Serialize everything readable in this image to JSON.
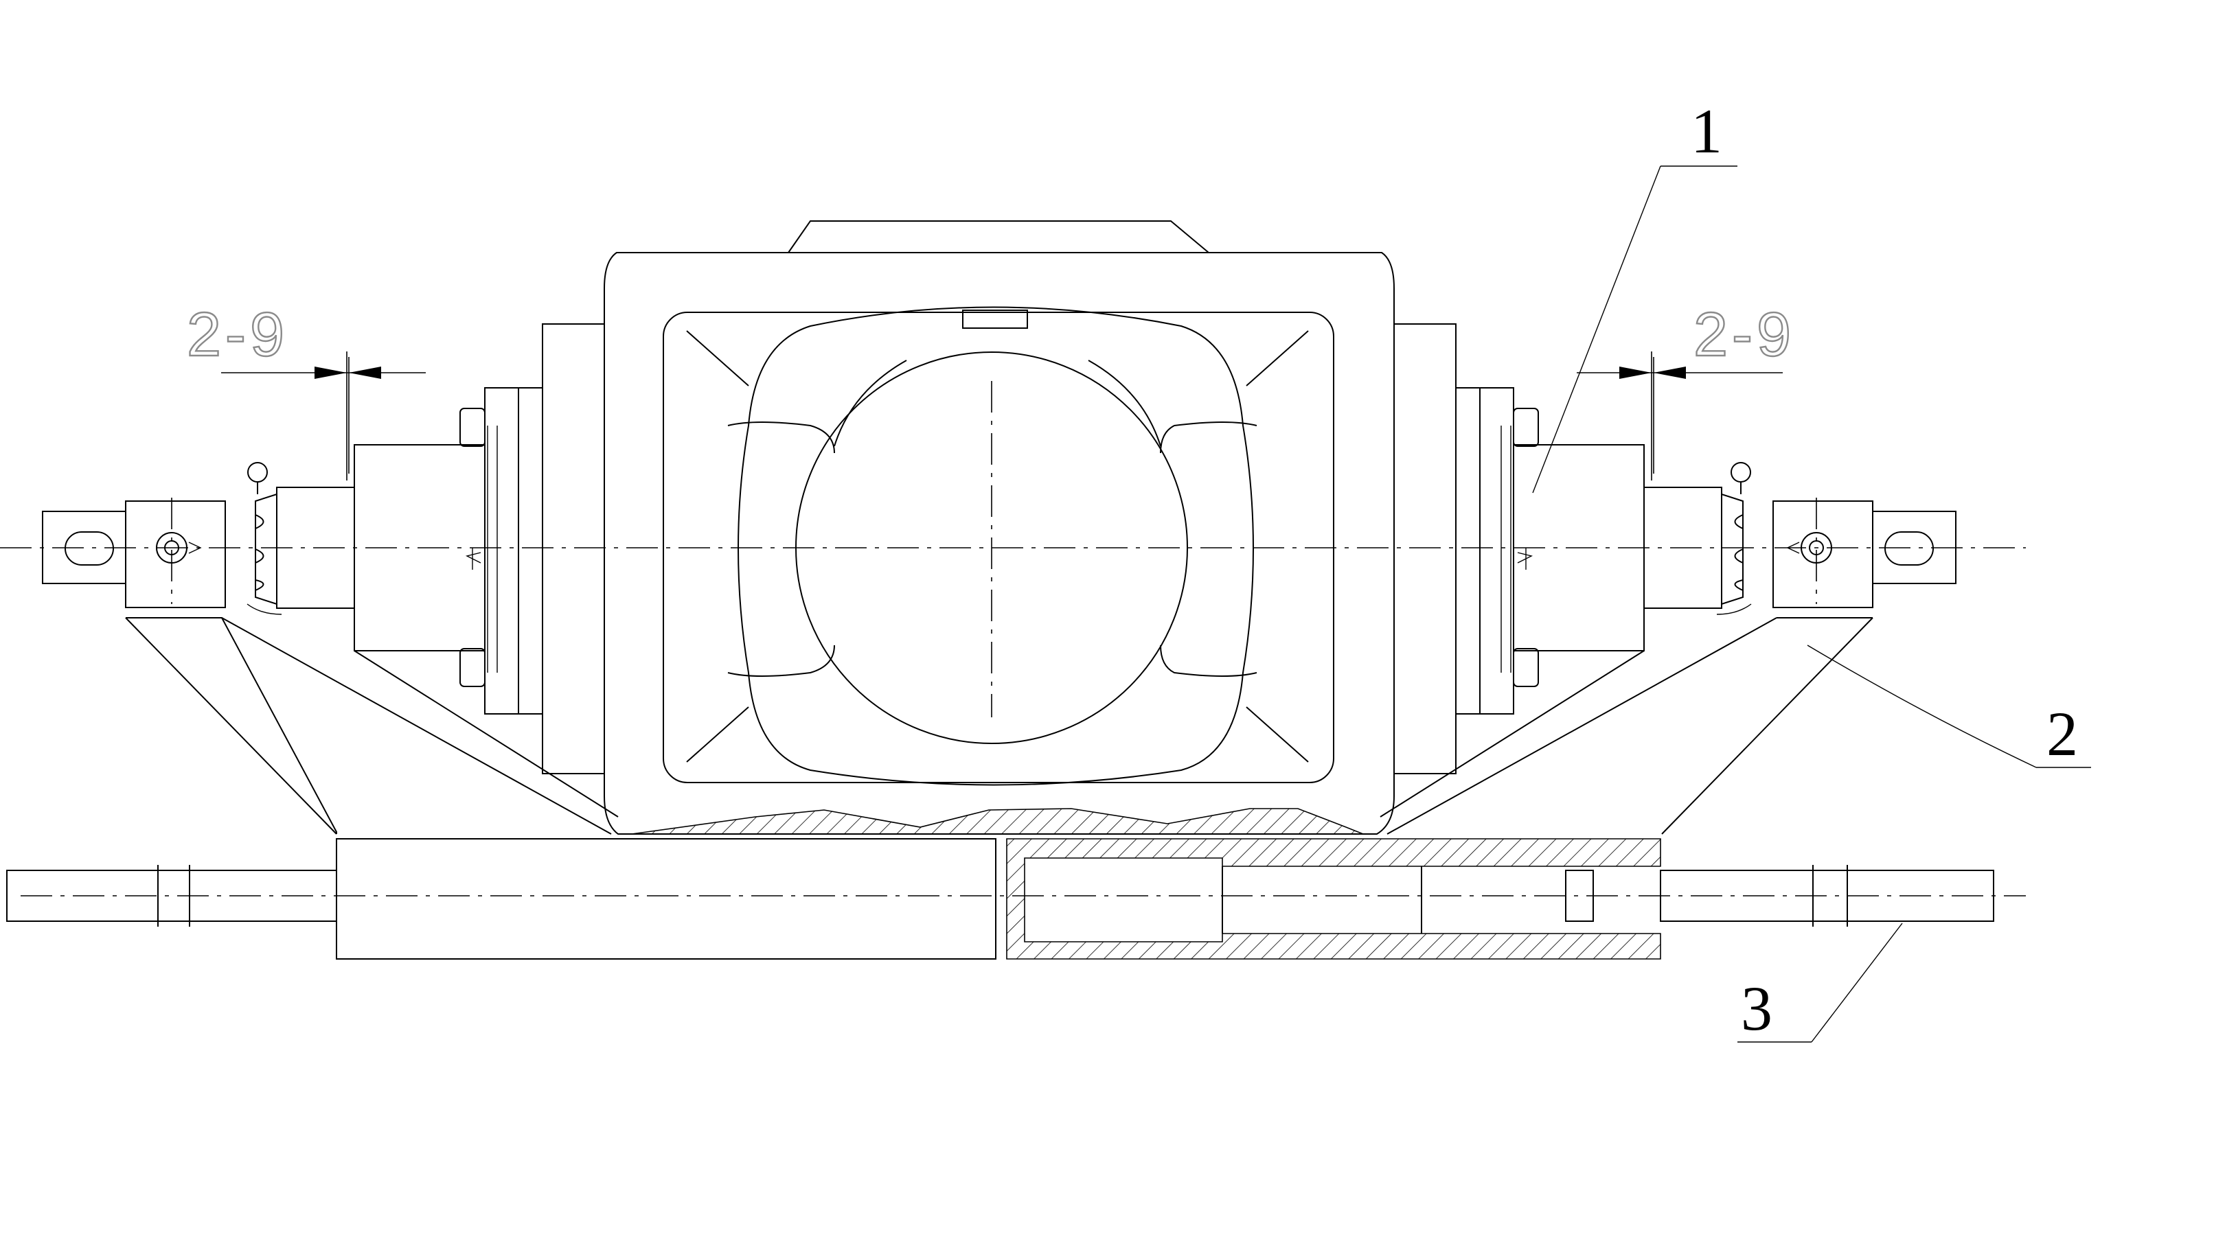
{
  "drawing": {
    "callouts": [
      {
        "label": "1"
      },
      {
        "label": "2"
      },
      {
        "label": "3"
      }
    ],
    "dimensions": {
      "left": "2-9",
      "right": "2-9"
    },
    "colors": {
      "line": "#000000",
      "dimension_text": "#8a8a8a",
      "background": "#ffffff"
    }
  }
}
